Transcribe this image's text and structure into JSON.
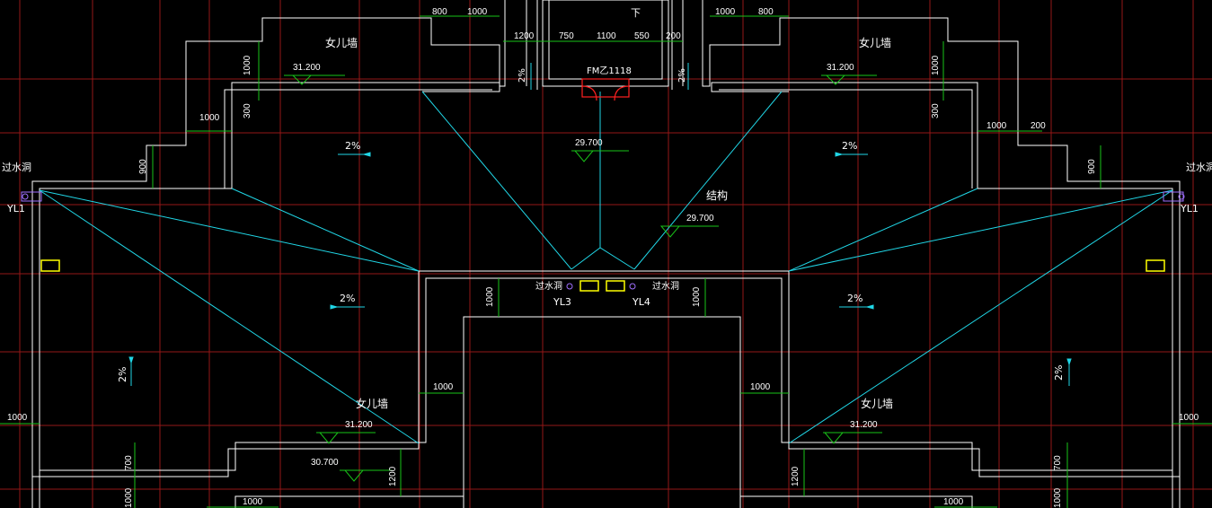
{
  "colors": {
    "background": "#000000",
    "grid": "#b01c1c",
    "wall": "#ffffff",
    "ridge": "#20d6e6",
    "dim": "#19c419",
    "equipment": "#ffff00",
    "door": "#ff2020",
    "pipe": "#7070ff"
  },
  "labels": {
    "parapet": "女儿墙",
    "overflow": "过水洞",
    "structure": "结构",
    "down": "下",
    "door": "FM乙1118",
    "yl1": "YL1",
    "yl3": "YL3",
    "yl4": "YL4",
    "slope": "2%"
  },
  "elevations": {
    "parapet": "31.200",
    "roof_center": "29.700",
    "roof_low": "30.700"
  },
  "dims": {
    "d800": "800",
    "d1000": "1000",
    "d1200": "1200",
    "d750": "750",
    "d1100": "1100",
    "d550": "550",
    "d200": "200",
    "d300": "300",
    "d900": "900",
    "d700": "700"
  }
}
